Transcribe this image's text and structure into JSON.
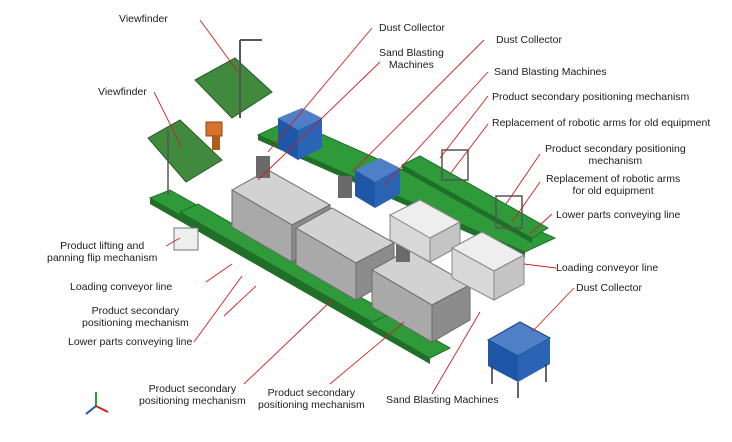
{
  "labels": {
    "viewfinder_top": "Viewfinder",
    "viewfinder_left": "Viewfinder",
    "dust_collector_1": "Dust Collector",
    "sand_blasting_1": [
      "Sand Blasting",
      "Machines"
    ],
    "dust_collector_2": "Dust Collector",
    "sand_blasting_2": "Sand Blasting Machines",
    "product_secondary_positioning_1": "Product secondary positioning mechanism",
    "replacement_robotic_arms_1": "Replacement of robotic arms for old equipment",
    "product_secondary_positioning_2": [
      "Product secondary positioning",
      "mechanism"
    ],
    "replacement_robotic_arms_2": [
      "Replacement of robotic arms",
      "for old equipment"
    ],
    "lower_parts_conveying_right": "Lower parts conveying line",
    "loading_conveyor_right": "Loading conveyor line",
    "dust_collector_3": "Dust Collector",
    "product_lifting_flip": [
      "Product lifting and",
      "panning flip mechanism"
    ],
    "loading_conveyor_left": "Loading conveyor line",
    "product_secondary_positioning_left": [
      "Product secondary",
      "positioning mechanism"
    ],
    "lower_parts_conveying_left": "Lower parts conveying line",
    "product_secondary_positioning_bottom_1": [
      "Product secondary",
      "positioning mechanism"
    ],
    "product_secondary_positioning_bottom_2": [
      "Product secondary",
      "positioning mechanism"
    ],
    "sand_blasting_bottom": "Sand Blasting Machines"
  },
  "colors": {
    "conveyor_green": "#2f9a3a",
    "conveyor_dark": "#1f6f28",
    "machine_light": "#d2d2d2",
    "machine_mid": "#a9a9a9",
    "machine_dark": "#6a6a6a",
    "leader_red": "#d21f1f",
    "dust_collector_blue": "#1e56a8",
    "viewfinder_green": "#3f8a3c",
    "robot_orange": "#d8722a"
  }
}
